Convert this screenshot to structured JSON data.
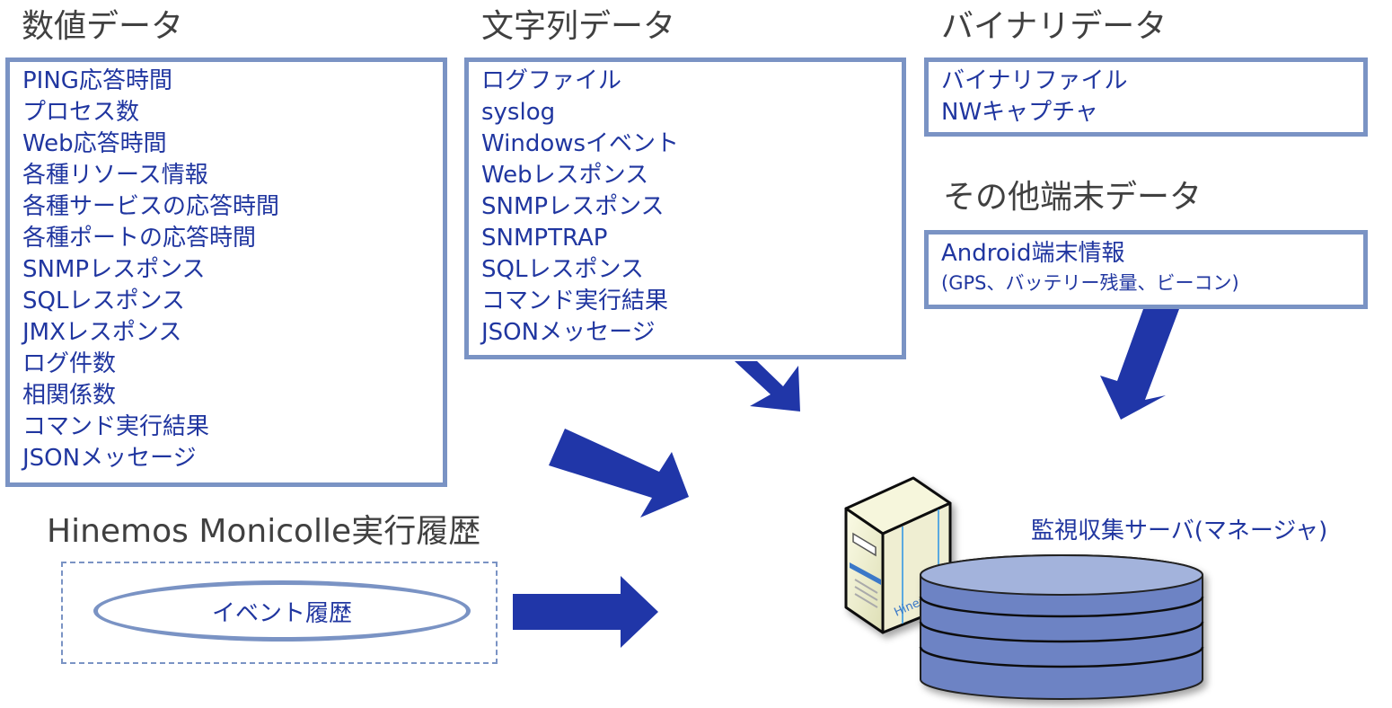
{
  "numeric": {
    "heading": "数値データ",
    "items": [
      "PING応答時間",
      "プロセス数",
      "Web応答時間",
      "各種リソース情報",
      "各種サービスの応答時間",
      "各種ポートの応答時間",
      "SNMPレスポンス",
      "SQLレスポンス",
      "JMXレスポンス",
      "ログ件数",
      "相関係数",
      "コマンド実行結果",
      "JSONメッセージ"
    ]
  },
  "string": {
    "heading": "文字列データ",
    "items": [
      "ログファイル",
      "syslog",
      "Windowsイベント",
      "Webレスポンス",
      "SNMPレスポンス",
      "SNMPTRAP",
      "SQLレスポンス",
      "コマンド実行結果",
      "JSONメッセージ"
    ]
  },
  "binary": {
    "heading": "バイナリデータ",
    "items": [
      "バイナリファイル",
      "NWキャプチャ"
    ]
  },
  "other": {
    "heading": "その他端末データ",
    "items": [
      "Android端末情報",
      "(GPS、バッテリー残量、ビーコン)"
    ]
  },
  "history": {
    "heading": "Hinemos Monicolle実行履歴",
    "ellipse_label": "イベント履歴"
  },
  "server": {
    "label": "監視収集サーバ(マネージャ)",
    "tower_text": "Hinem"
  },
  "colors": {
    "box_border": "#7a93c4",
    "text_blue": "#2036a0",
    "arrow": "#2036a8",
    "heading": "#404040",
    "db_fill": "#6d83c4"
  }
}
